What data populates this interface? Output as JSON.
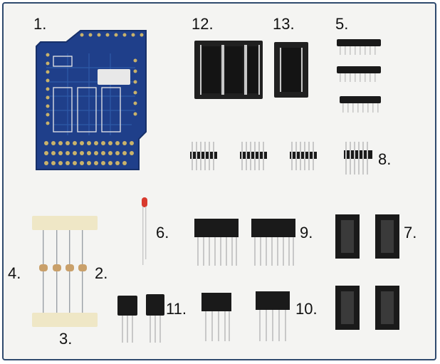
{
  "labels": {
    "l1": "1.",
    "l2": "2.",
    "l3": "3.",
    "l4": "4.",
    "l5": "5.",
    "l6": "6.",
    "l7": "7.",
    "l8": "8.",
    "l9": "9.",
    "l10": "10.",
    "l11": "11.",
    "l12": "12.",
    "l13": "13."
  },
  "colors": {
    "frame": "#2f4a6e",
    "pcb": "#1f3f8a",
    "pcb_trace": "#2f5aa8",
    "pad": "#c9b26a",
    "ic_black": "#1a1a1a",
    "foam": "#202020",
    "pin": "#c8c8c8",
    "tape": "#efe7c6",
    "led": "#d83a2e"
  }
}
